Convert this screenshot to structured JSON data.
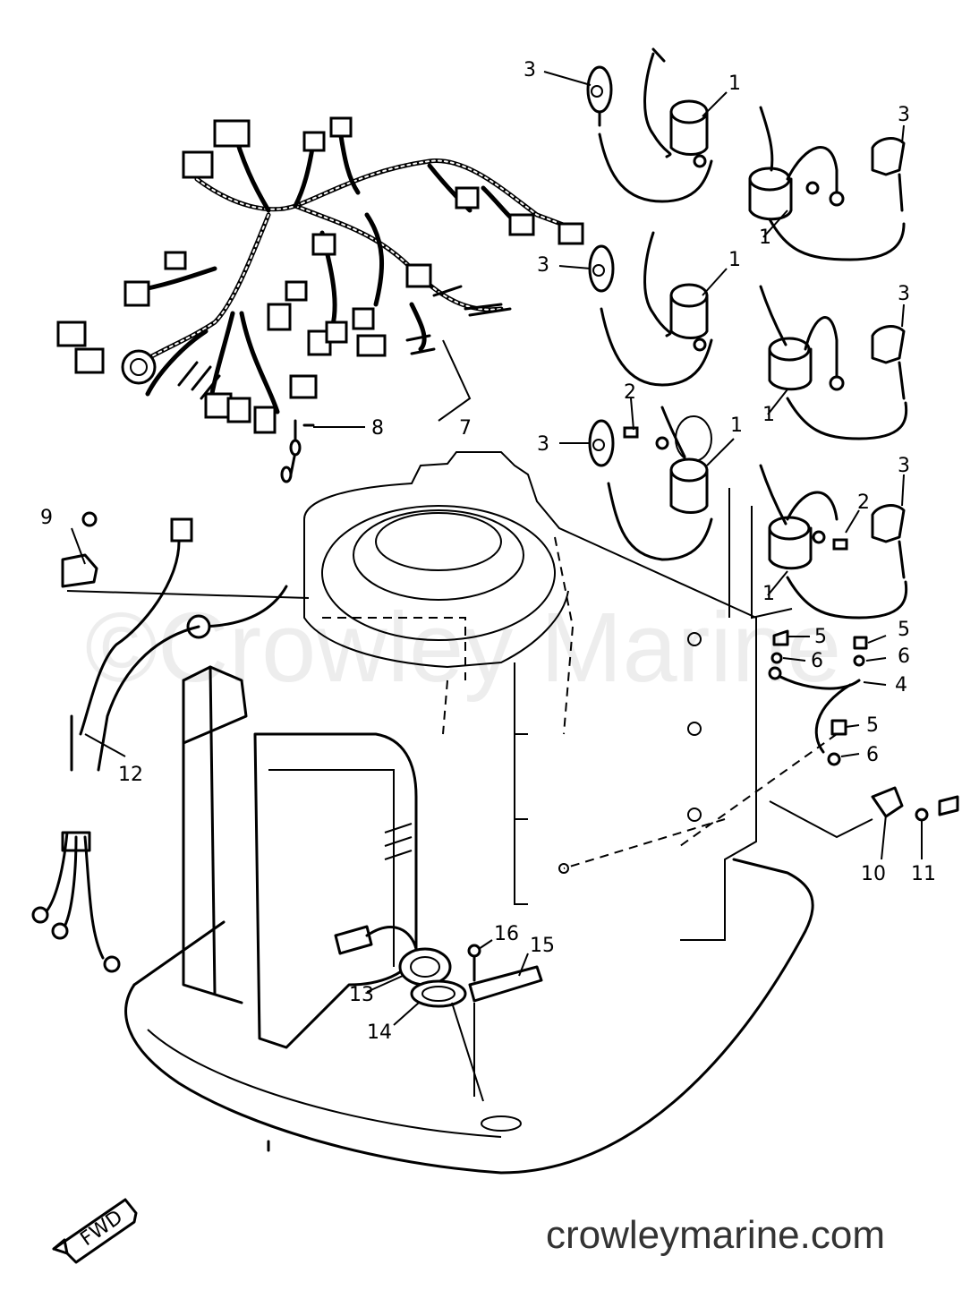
{
  "watermark": "©Crowley Marine",
  "site_url": "crowleymarine.com",
  "direction_badge": "FWD",
  "callouts": {
    "c1a": "1",
    "c1b": "1",
    "c1c": "1",
    "c1d": "1",
    "c1e": "1",
    "c1f": "1",
    "c2a": "2",
    "c2b": "2",
    "c3a": "3",
    "c3b": "3",
    "c3c": "3",
    "c3d": "3",
    "c3e": "3",
    "c3f": "3",
    "c4": "4",
    "c5a": "5",
    "c5b": "5",
    "c5c": "5",
    "c6a": "6",
    "c6b": "6",
    "c6c": "6",
    "c7": "7",
    "c8": "8",
    "c9": "9",
    "c10": "10",
    "c11": "11",
    "c12": "12",
    "c13": "13",
    "c14": "14",
    "c15": "15",
    "c16": "16"
  }
}
